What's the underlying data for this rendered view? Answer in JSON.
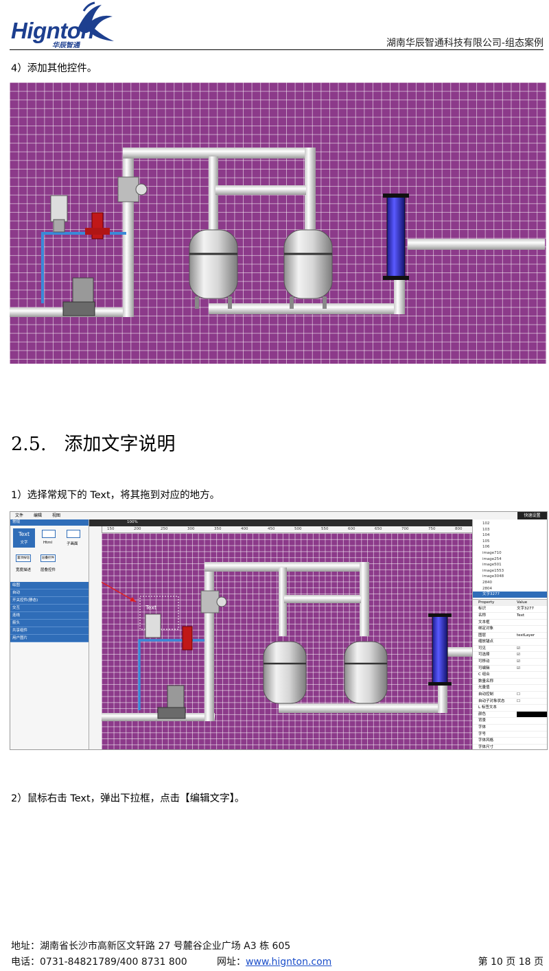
{
  "header": {
    "logo_text": "Hignton",
    "logo_sub": "华辰智通",
    "company_case": "湖南华辰智通科技有限公司-组态案例"
  },
  "step4_text": "4）添加其他控件。",
  "section": {
    "number": "2.5.",
    "title": "添加文字说明"
  },
  "step1_text": "1）选择常规下的 Text，将其拖到对应的地方。",
  "step2_text": "2）鼠标右击 Text，弹出下拉框，点击【编辑文字】。",
  "editor": {
    "menu": [
      "文件",
      "编辑",
      "视图"
    ],
    "right_button": "快速设置",
    "panel_title": "常规",
    "tools": [
      "Text",
      "文字",
      "Html",
      "子画面",
      "置顶按钮",
      "层叠控件",
      "宽度描述",
      "层叠控件"
    ],
    "categories": [
      "绘图",
      "自动",
      "开关控件(静态)",
      "交互",
      "连线",
      "箭头",
      "共享组件",
      "用户图片"
    ],
    "zoom": "100%",
    "ruler_labels": [
      "150",
      "200",
      "250",
      "300",
      "350",
      "400",
      "450",
      "500",
      "550",
      "600",
      "650",
      "700",
      "750",
      "800"
    ],
    "tree_items": [
      "102",
      "103",
      "104",
      "105",
      "106",
      "image710",
      "image254",
      "image501",
      "image1553",
      "image3048",
      "2840",
      "2804",
      "文字3277"
    ],
    "props_header": [
      "Property",
      "Value"
    ],
    "props": [
      [
        "标识",
        "文字3277"
      ],
      [
        "名称",
        "Text"
      ],
      [
        "文本框",
        ""
      ],
      [
        "绑定对象",
        ""
      ],
      [
        "图层",
        "textLayer"
      ],
      [
        "缩放锚点",
        ""
      ],
      [
        "可见",
        "☑"
      ],
      [
        "可选择",
        "☑"
      ],
      [
        "可移动",
        "☑"
      ],
      [
        "可编辑",
        "☑"
      ],
      [
        "C 组合",
        ""
      ],
      [
        "数量名称",
        ""
      ],
      [
        "光量值",
        ""
      ],
      [
        "自动控制",
        "☐"
      ],
      [
        "自动子对象状态",
        "☐"
      ],
      [
        "L 标签文本",
        ""
      ],
      [
        "颜色",
        ""
      ],
      [
        "背景",
        ""
      ],
      [
        "字体",
        ""
      ],
      [
        "字号",
        ""
      ],
      [
        "字体风格",
        ""
      ],
      [
        "字体尺寸",
        ""
      ]
    ],
    "canvas_label": "Text"
  },
  "footer": {
    "address": "地址：湖南省长沙市高新区文轩路 27 号麓谷企业广场 A3 栋 605",
    "phone": "电话：0731-84821789/400 8731 800",
    "web_label": "网址：",
    "web_url": "www.hignton.com",
    "page_info": "第  10  页  18  页"
  },
  "colors": {
    "canvas_bg": "#8c3a8a",
    "accent_blue": "#2f6db8",
    "logo_blue": "#1d3f8f",
    "link": "#1a4dc9"
  }
}
